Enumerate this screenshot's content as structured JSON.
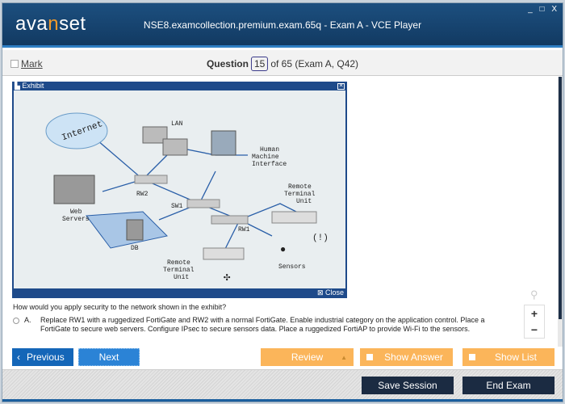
{
  "window": {
    "logo": "avanset",
    "title": "NSE8.examcollection.premium.exam.65q - Exam A - VCE Player",
    "controls": "_ □ X"
  },
  "mark": {
    "label": "Mark"
  },
  "question_header": {
    "prefix": "Question",
    "number": "15",
    "suffix": "of 65 (Exam A, Q42)"
  },
  "exhibit": {
    "title": "Exhibit",
    "close": "Close",
    "labels": {
      "internet": "Internet",
      "lan": "LAN",
      "hmi1": "Human",
      "hmi2": "Machine",
      "hmi3": "Interface",
      "web1": "Web",
      "web2": "Servers",
      "rw2": "RW2",
      "sw1": "SW1",
      "rtu_a1": "Remote",
      "rtu_a2": "Terminal",
      "rtu_a3": "Unit",
      "rw1": "RW1",
      "db": "DB",
      "rtu_b1": "Remote",
      "rtu_b2": "Terminal",
      "rtu_b3": "Unit",
      "sensors": "Sensors"
    }
  },
  "question": "How would you apply security to the network shown in the exhibit?",
  "options": [
    {
      "letter": "A.",
      "text": "Replace RW1 with a ruggedized FortiGate and RW2 with a normal FortiGate. Enable industrial category on the application control. Place a FortiGate to secure web servers. Configure IPsec to secure sensors data. Place a ruggedized FortiAP to provide Wi-Fi to the sensors."
    }
  ],
  "zoom": {
    "plus": "+",
    "minus": "−"
  },
  "buttons": {
    "previous": "Previous",
    "next": "Next",
    "review": "Review",
    "show_answer": "Show Answer",
    "show_list": "Show List",
    "save_session": "Save Session",
    "end_exam": "End Exam"
  }
}
